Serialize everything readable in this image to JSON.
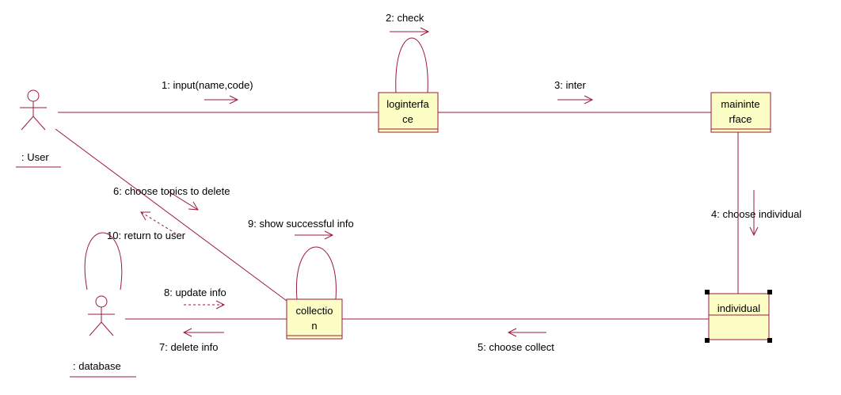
{
  "colors": {
    "line": "#9b1b3b",
    "object_fill": "#fdfdc6",
    "text": "#000000",
    "handle": "#000000"
  },
  "actors": {
    "user": {
      "label": ": User",
      "icon": "stick-figure-icon"
    },
    "database": {
      "label": ": database",
      "icon": "stick-figure-icon"
    }
  },
  "objects": {
    "loginterface": {
      "line1": "loginterfa",
      "line2": "ce"
    },
    "maininterface": {
      "line1": "maininte",
      "line2": "rface"
    },
    "collection": {
      "line1": "collectio",
      "line2": "n"
    },
    "individual": {
      "line1": "individual"
    }
  },
  "messages": [
    {
      "id": "m1",
      "text": "1: input(name,code)",
      "arrow": "solid"
    },
    {
      "id": "m2",
      "text": "2: check",
      "arrow": "solid"
    },
    {
      "id": "m3",
      "text": "3: inter",
      "arrow": "solid"
    },
    {
      "id": "m4",
      "text": "4: choose individual",
      "arrow": "solid"
    },
    {
      "id": "m5",
      "text": "5: choose collect",
      "arrow": "solid"
    },
    {
      "id": "m6",
      "text": "6: choose topics to delete",
      "arrow": "solid"
    },
    {
      "id": "m7",
      "text": "7: delete info",
      "arrow": "solid"
    },
    {
      "id": "m8",
      "text": "8: update info",
      "arrow": "dashed"
    },
    {
      "id": "m9",
      "text": "9: show successful info",
      "arrow": "solid"
    },
    {
      "id": "m10",
      "text": "10: return to user",
      "arrow": "dashed"
    }
  ]
}
